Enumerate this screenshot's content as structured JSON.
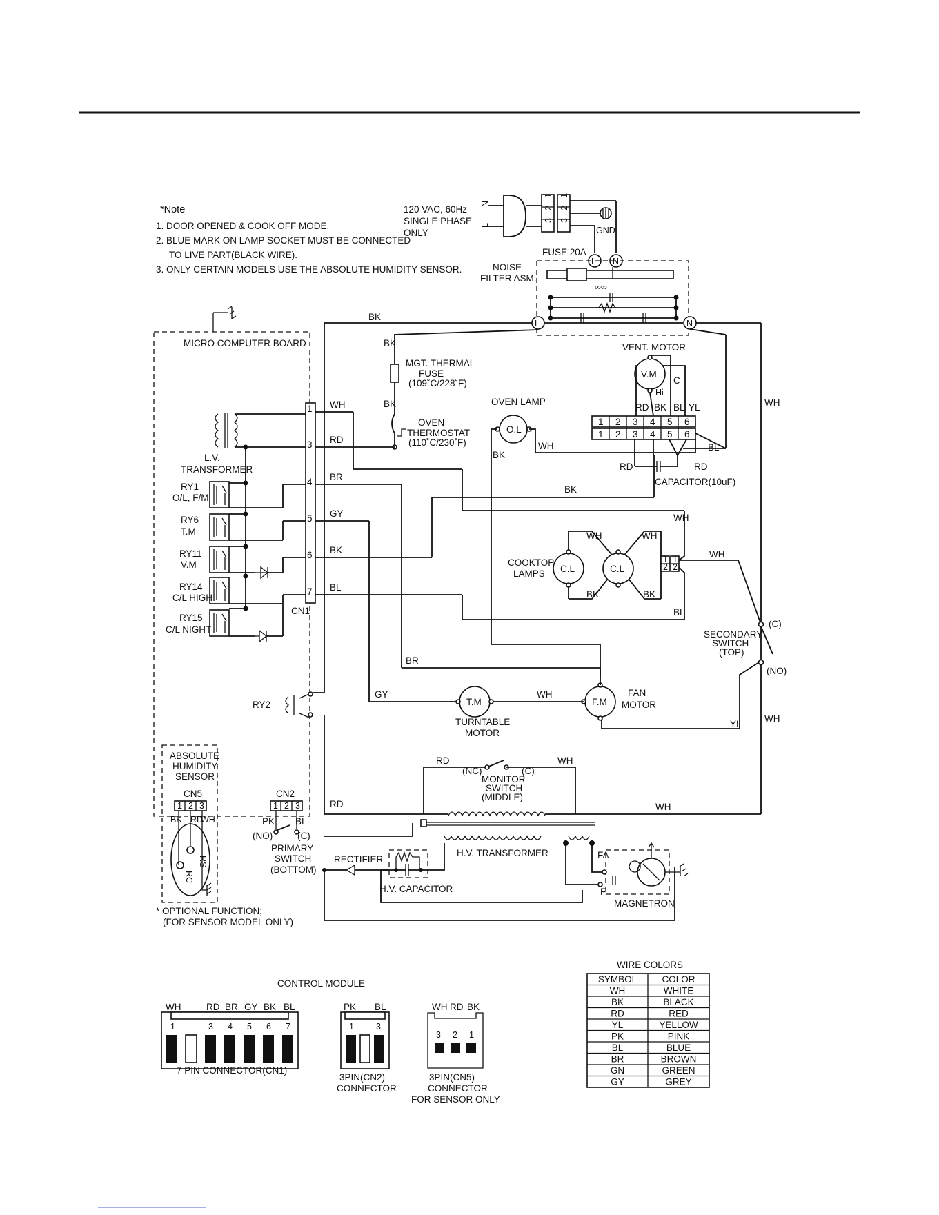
{
  "notes": {
    "title": "*Note",
    "items": [
      "1. DOOR OPENED & COOK OFF MODE.",
      "2. BLUE MARK ON LAMP SOCKET MUST BE CONNECTED",
      "TO LIVE PART(BLACK WIRE).",
      "3. ONLY CERTAIN MODELS USE THE ABSOLUTE HUMIDITY SENSOR."
    ]
  },
  "power": {
    "supply_lines": [
      "120 VAC, 60Hz",
      "SINGLE PHASE",
      "ONLY"
    ],
    "plug_pins": [
      "N",
      "L"
    ],
    "gnd": "GND",
    "fuse": "FUSE 20A",
    "noise_filter": [
      "NOISE",
      "FILTER ASM."
    ],
    "terminal_l": "L",
    "terminal_n": "N",
    "plug_numbers": [
      "1",
      "2",
      "3"
    ]
  },
  "board": {
    "title": "MICRO COMPUTER BOARD",
    "lv_transformer": [
      "L.V.",
      "TRANSFORMER"
    ],
    "relays": [
      {
        "name": "RY1",
        "func": "O/L, F/M"
      },
      {
        "name": "RY6",
        "func": "T.M"
      },
      {
        "name": "RY11",
        "func": "V.M"
      },
      {
        "name": "RY14",
        "func": "C/L HIGH"
      },
      {
        "name": "RY15",
        "func": "C/L NIGHT"
      }
    ],
    "ry2": "RY2",
    "cn1": "CN1",
    "cn1_pins": [
      "1",
      "3",
      "4",
      "5",
      "6",
      "7"
    ],
    "cn1_wires": [
      "WH",
      "RD",
      "BR",
      "GY",
      "BK",
      "BL"
    ]
  },
  "components": {
    "thermal_fuse": [
      "MGT. THERMAL",
      "FUSE",
      "(109˚C/228˚F)"
    ],
    "oven_thermostat": [
      "OVEN",
      "THERMOSTAT",
      "(110˚C/230˚F)"
    ],
    "oven_lamp": "OVEN LAMP",
    "ol": "O.L",
    "vent_motor": "VENT. MOTOR",
    "vm": "V.M",
    "vm_c": "C",
    "vm_hi": "Hi",
    "vm_wires": [
      "RD",
      "BK",
      "BL",
      "YL"
    ],
    "vent_conn_pins": [
      "1",
      "2",
      "3",
      "4",
      "5",
      "6"
    ],
    "capacitor": "CAPACITOR(10uF)",
    "cooktop_lamps": [
      "COOKTOP",
      "LAMPS"
    ],
    "cl": "C.L",
    "lamp_conn": [
      "1",
      "2"
    ],
    "secondary_switch": [
      "SECONDARY",
      "SWITCH",
      "(TOP)"
    ],
    "sw_c": "(C)",
    "sw_no": "(NO)",
    "sw_nc": "(NC)",
    "fm": "F.M",
    "fan_motor": [
      "FAN",
      "MOTOR"
    ],
    "tm": "T.M",
    "turntable_motor": [
      "TURNTABLE",
      "MOTOR"
    ],
    "monitor_switch": [
      "MONITOR",
      "SWITCH",
      "(MIDDLE)"
    ],
    "hv_transformer": "H.V. TRANSFORMER",
    "rectifier": "RECTIFIER",
    "hv_capacitor": "H.V. CAPACITOR",
    "magnetron": "MAGNETRON",
    "fa": "FA",
    "f": "F",
    "sensor": [
      "ABSOLUTE",
      "HUMIDITY",
      "SENSOR"
    ],
    "cn5": "CN5",
    "cn2": "CN2",
    "cn_pins3": [
      "1",
      "2",
      "3"
    ],
    "sensor_wires": [
      "BK",
      "RD",
      "WH"
    ],
    "primary_switch": [
      "PRIMARY",
      "SWITCH",
      "(BOTTOM)"
    ],
    "pk": "PK",
    "bl": "BL",
    "rs": "RS",
    "rc": "RC",
    "optional": [
      "* OPTIONAL FUNCTION;",
      "(FOR SENSOR MODEL ONLY)"
    ]
  },
  "wire_labels": {
    "bk": "BK",
    "wh": "WH",
    "rd": "RD",
    "br": "BR",
    "gy": "GY",
    "bl": "BL",
    "yl": "YL"
  },
  "control_module": {
    "title": "CONTROL MODULE",
    "cn1_top": [
      "WH",
      "RD",
      "BR",
      "GY",
      "BK",
      "BL"
    ],
    "cn1_nums": [
      "1",
      "3",
      "4",
      "5",
      "6",
      "7"
    ],
    "cn1_caption": "7 PIN CONNECTOR(CN1)",
    "cn2_top": [
      "PK",
      "BL"
    ],
    "cn2_nums": [
      "1",
      "3"
    ],
    "cn2_caption": [
      "3PIN(CN2)",
      "CONNECTOR"
    ],
    "cn5_top": [
      "WH",
      "RD",
      "BK"
    ],
    "cn5_nums": [
      "3",
      "2",
      "1"
    ],
    "cn5_caption": [
      "3PIN(CN5)",
      "CONNECTOR",
      "FOR SENSOR ONLY"
    ]
  },
  "wire_colors": {
    "title": "WIRE COLORS",
    "headers": [
      "SYMBOL",
      "COLOR"
    ],
    "rows": [
      [
        "WH",
        "WHITE"
      ],
      [
        "BK",
        "BLACK"
      ],
      [
        "RD",
        "RED"
      ],
      [
        "YL",
        "YELLOW"
      ],
      [
        "PK",
        "PINK"
      ],
      [
        "BL",
        "BLUE"
      ],
      [
        "BR",
        "BROWN"
      ],
      [
        "GN",
        "GREEN"
      ],
      [
        "GY",
        "GREY"
      ]
    ]
  }
}
